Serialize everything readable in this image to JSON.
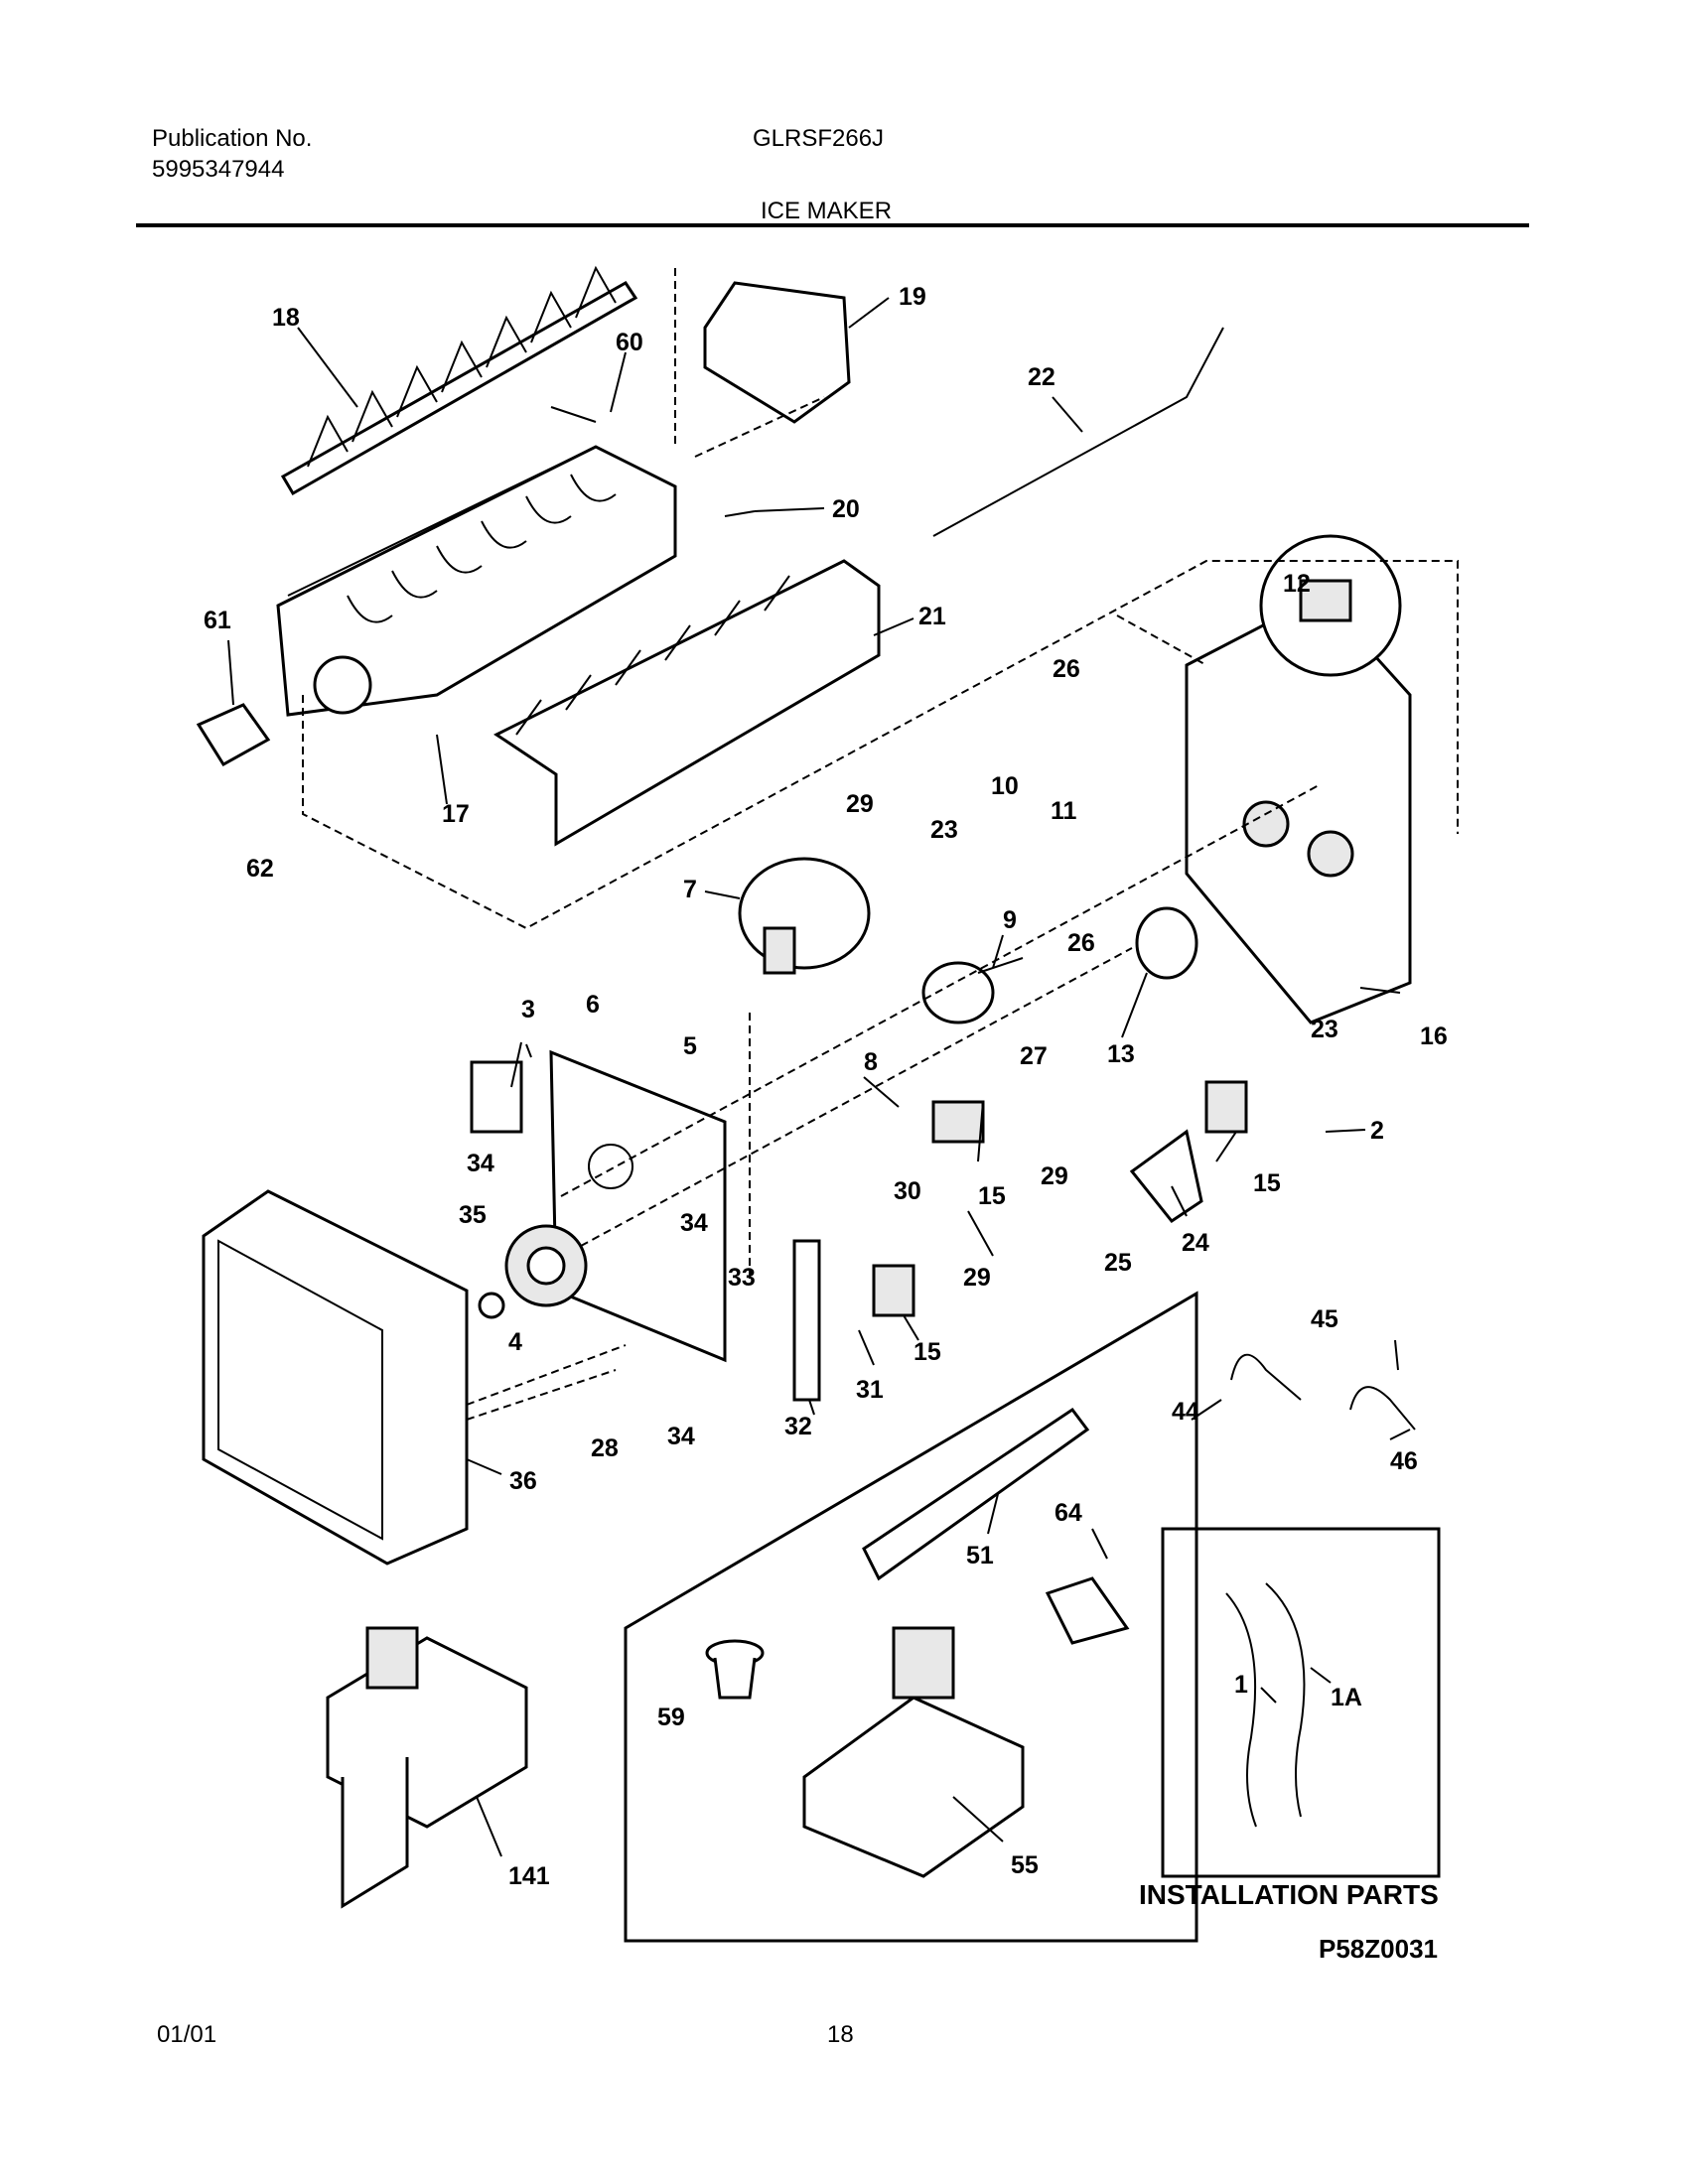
{
  "header": {
    "publication_label": "Publication No.",
    "publication_number": "5995347944",
    "model": "GLRSF266J",
    "section_title": "ICE MAKER"
  },
  "diagram": {
    "callouts": [
      "18",
      "60",
      "19",
      "22",
      "20",
      "21",
      "61",
      "17",
      "62",
      "12",
      "26",
      "10",
      "11",
      "29",
      "23",
      "7",
      "9",
      "26b",
      "16",
      "13",
      "23b",
      "6",
      "3",
      "5",
      "8",
      "27",
      "34",
      "2",
      "15",
      "15b",
      "29b",
      "30",
      "35",
      "34b",
      "24",
      "33",
      "25",
      "29c",
      "4",
      "15c",
      "31",
      "45",
      "44",
      "28",
      "34c",
      "32",
      "46",
      "36",
      "51",
      "64",
      "1",
      "1A",
      "59",
      "141",
      "55"
    ],
    "callout_labels": {
      "18": "18",
      "60": "60",
      "19": "19",
      "22": "22",
      "20": "20",
      "21": "21",
      "61": "61",
      "17": "17",
      "62": "62",
      "12": "12",
      "26": "26",
      "10": "10",
      "11": "11",
      "29": "29",
      "23": "23",
      "7": "7",
      "9": "9",
      "26b": "26",
      "16": "16",
      "13": "13",
      "23b": "23",
      "6": "6",
      "3": "3",
      "5": "5",
      "8": "8",
      "27": "27",
      "34": "34",
      "2": "2",
      "15": "15",
      "15b": "15",
      "29b": "29",
      "30": "30",
      "35": "35",
      "34b": "34",
      "24": "24",
      "33": "33",
      "25": "25",
      "29c": "29",
      "4": "4",
      "15c": "15",
      "31": "31",
      "45": "45",
      "44": "44",
      "28": "28",
      "34c": "34",
      "32": "32",
      "46": "46",
      "36": "36",
      "51": "51",
      "64": "64",
      "1": "1",
      "1A": "1A",
      "59": "59",
      "141": "141",
      "55": "55"
    },
    "installation_box_title": "INSTALLATION PARTS",
    "figure_id": "P58Z0031"
  },
  "footer": {
    "date": "01/01",
    "page_number": "18"
  }
}
